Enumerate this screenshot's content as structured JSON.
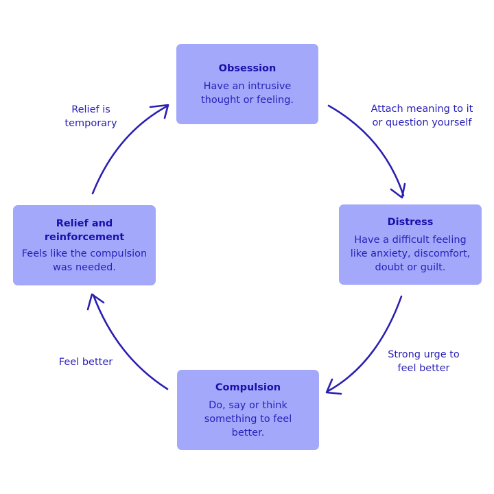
{
  "diagram": {
    "type": "cycle",
    "colors": {
      "box_fill": "#a3a8fb",
      "text": "#2a20b8",
      "title": "#1a0fa8",
      "arrow": "#2b1fb0"
    },
    "stages": [
      {
        "id": "obsession",
        "title": "Obsession",
        "body": "Have an intrusive thought or feeling."
      },
      {
        "id": "distress",
        "title": "Distress",
        "body": "Have a difficult feeling like anxiety, discomfort, doubt or guilt."
      },
      {
        "id": "compulsion",
        "title": "Compulsion",
        "body": "Do, say or think something to feel better."
      },
      {
        "id": "relief",
        "title": "Relief and reinforcement",
        "body": "Feels like the compulsion was needed."
      }
    ],
    "transitions": [
      {
        "from": "obsession",
        "to": "distress",
        "label": "Attach meaning to it or question yourself"
      },
      {
        "from": "distress",
        "to": "compulsion",
        "label": "Strong urge to feel better"
      },
      {
        "from": "compulsion",
        "to": "relief",
        "label": "Feel better"
      },
      {
        "from": "relief",
        "to": "obsession",
        "label": "Relief is temporary"
      }
    ]
  }
}
